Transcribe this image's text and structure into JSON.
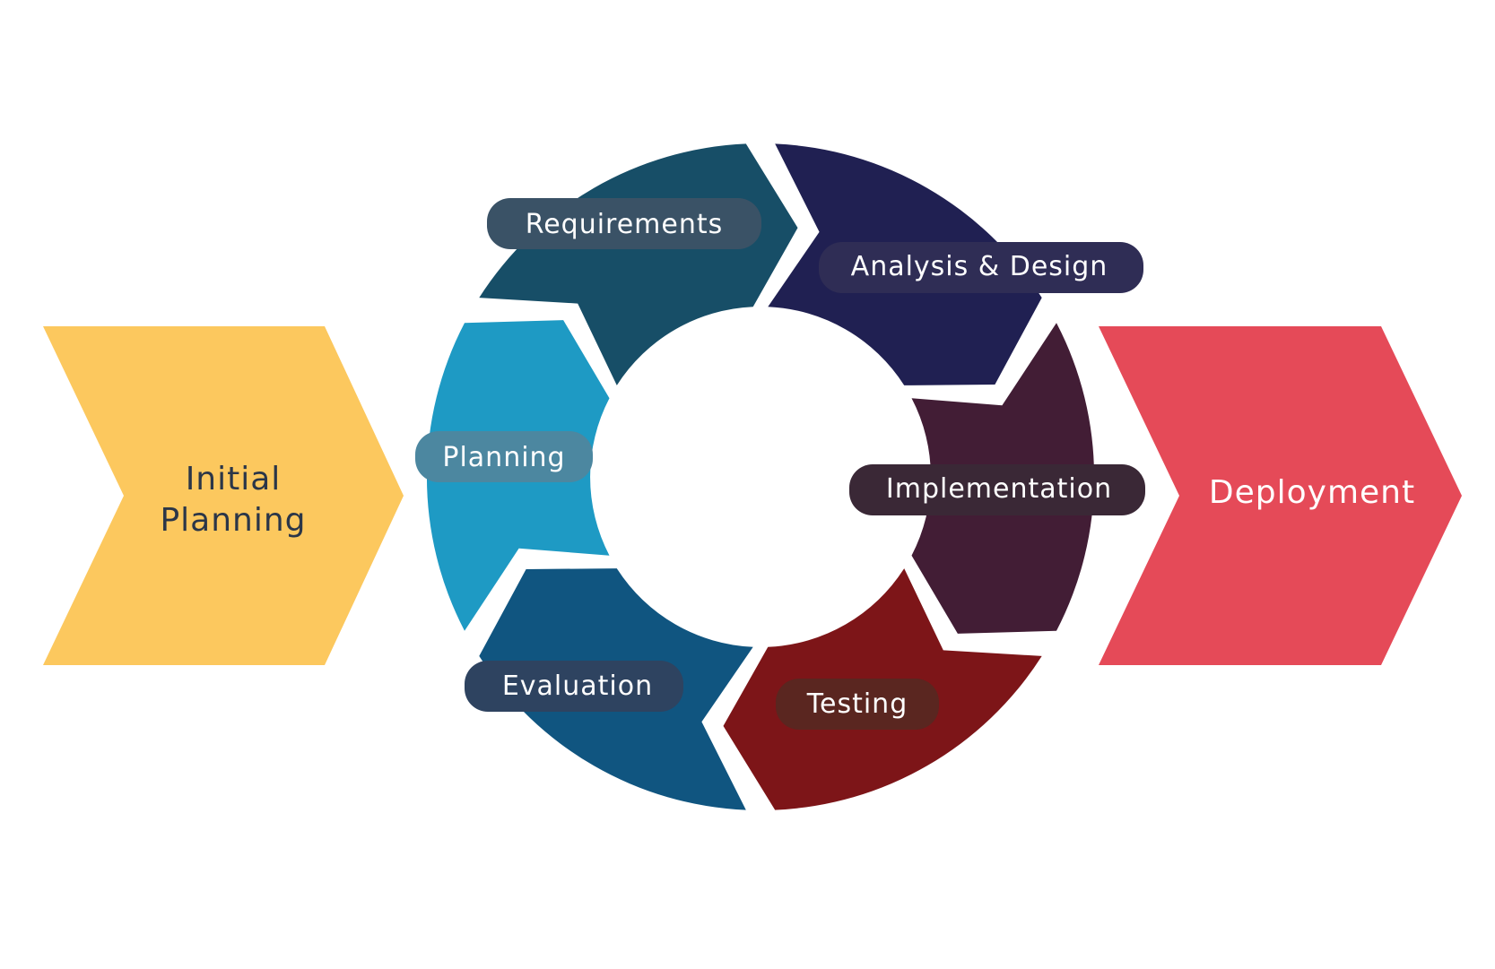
{
  "diagram": {
    "start_step": {
      "label_line1": "Initial",
      "label_line2": "Planning",
      "color": "#FCC85E",
      "text_color": "#2B3648"
    },
    "end_step": {
      "label": "Deployment",
      "color": "#E54A58",
      "text_color": "#ffffff"
    },
    "cycle": [
      {
        "label": "Requirements",
        "segment_color": "#174E67",
        "label_bg": "#3A5266"
      },
      {
        "label": "Analysis & Design",
        "segment_color": "#202052",
        "label_bg": "#2F2D55"
      },
      {
        "label": "Implementation",
        "segment_color": "#421D35",
        "label_bg": "#3A2836"
      },
      {
        "label": "Testing",
        "segment_color": "#7D1518",
        "label_bg": "#5A2620"
      },
      {
        "label": "Evaluation",
        "segment_color": "#105580",
        "label_bg": "#2E4360"
      },
      {
        "label": "Planning",
        "segment_color": "#1E9AC4",
        "label_bg": "#4C87A0"
      }
    ]
  }
}
